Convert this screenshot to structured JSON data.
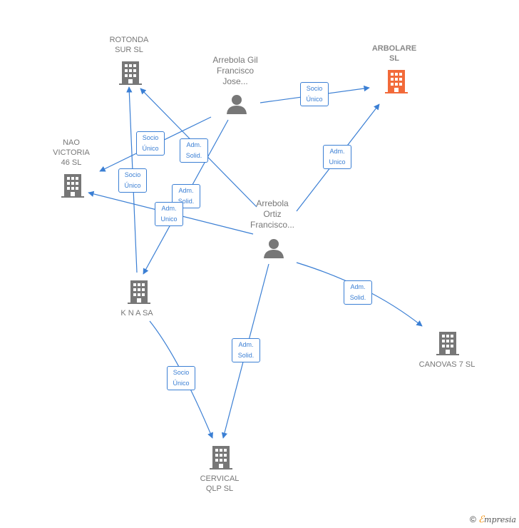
{
  "colors": {
    "edge": "#3b7fd4",
    "building": "#777777",
    "building_highlight": "#f26a3a",
    "person": "#777777"
  },
  "nodes": {
    "rotonda": {
      "label": "ROTONDA\nSUR  SL",
      "icon": "building-icon"
    },
    "arbolare": {
      "label": "ARBOLARE\nSL",
      "icon": "building-icon"
    },
    "nao": {
      "label": "NAO\nVICTORIA\n46 SL",
      "icon": "building-icon"
    },
    "kna": {
      "label": "K N A SA",
      "icon": "building-icon"
    },
    "canovas": {
      "label": "CANOVAS 7  SL",
      "icon": "building-icon"
    },
    "cervical": {
      "label": "CERVICAL\nQLP  SL",
      "icon": "building-icon"
    },
    "arrebola_gil": {
      "label": "Arrebola Gil\nFrancisco\nJose...",
      "icon": "person-icon"
    },
    "arrebola_ortiz": {
      "label": "Arrebola\nOrtiz\nFrancisco...",
      "icon": "person-icon"
    }
  },
  "edges": {
    "gil_arbolare": "Socio\nÚnico",
    "gil_nao": "Socio\nÚnico",
    "kna_rotonda": "Socio\nÚnico",
    "ortiz_rotonda": "Adm.\nSolid.",
    "gil_kna": "Adm.\nSolid.",
    "ortiz_nao": "Adm.\nUnico",
    "ortiz_arbolare": "Adm.\nUnico",
    "ortiz_canovas": "Adm.\nSolid.",
    "ortiz_cervical": "Adm.\nSolid.",
    "kna_cervical": "Socio\nÚnico"
  },
  "footer": {
    "copyright": "©",
    "brand_e": "ℰ",
    "brand_rest": "mpresia"
  }
}
